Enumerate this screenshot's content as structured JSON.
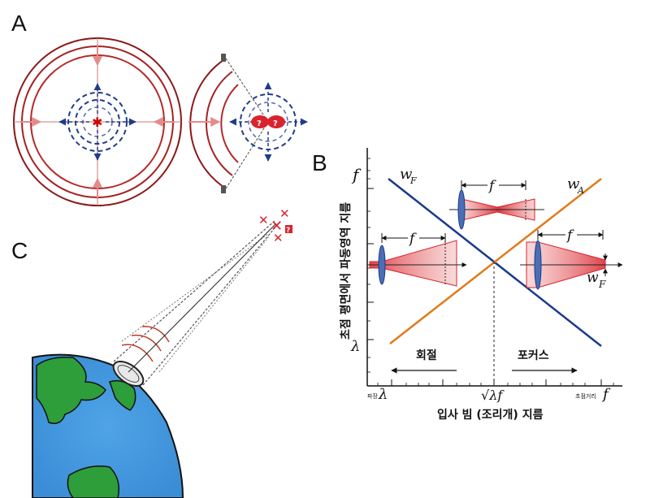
{
  "panels": {
    "a_label": "A",
    "b_label": "B",
    "c_label": "C"
  },
  "panel_a": {
    "source_marker": "✱",
    "unknown_mark": "?"
  },
  "panel_c": {
    "target_marks": [
      "✕",
      "✕",
      "✕",
      "✕"
    ],
    "unknown_mark": "?"
  },
  "panel_b": {
    "x_axis_label": "입사 빔 (조리개) 지름",
    "y_axis_label": "초점 평면에서 파동영역 지름",
    "y_top_tick": "f",
    "y_bottom_tick": "λ",
    "x_left_tick_small": "파장",
    "x_left_tick": "λ",
    "x_mid_tick": "√λf",
    "x_right_tick_small": "초점거리",
    "x_right_tick": "f",
    "line_wf_label": "w",
    "line_wf_sub": "F",
    "line_wa_label": "w",
    "line_wa_sub": "A",
    "diffraction_label": "회절",
    "focus_label": "포커스",
    "f_label": "f",
    "inset_wf_label": "w",
    "inset_wf_sub": "F",
    "colors": {
      "wf_line": "#1a3a8c",
      "wa_line": "#e07b1a",
      "beam": "#d9232d",
      "lens": "#4a6fb5"
    }
  }
}
